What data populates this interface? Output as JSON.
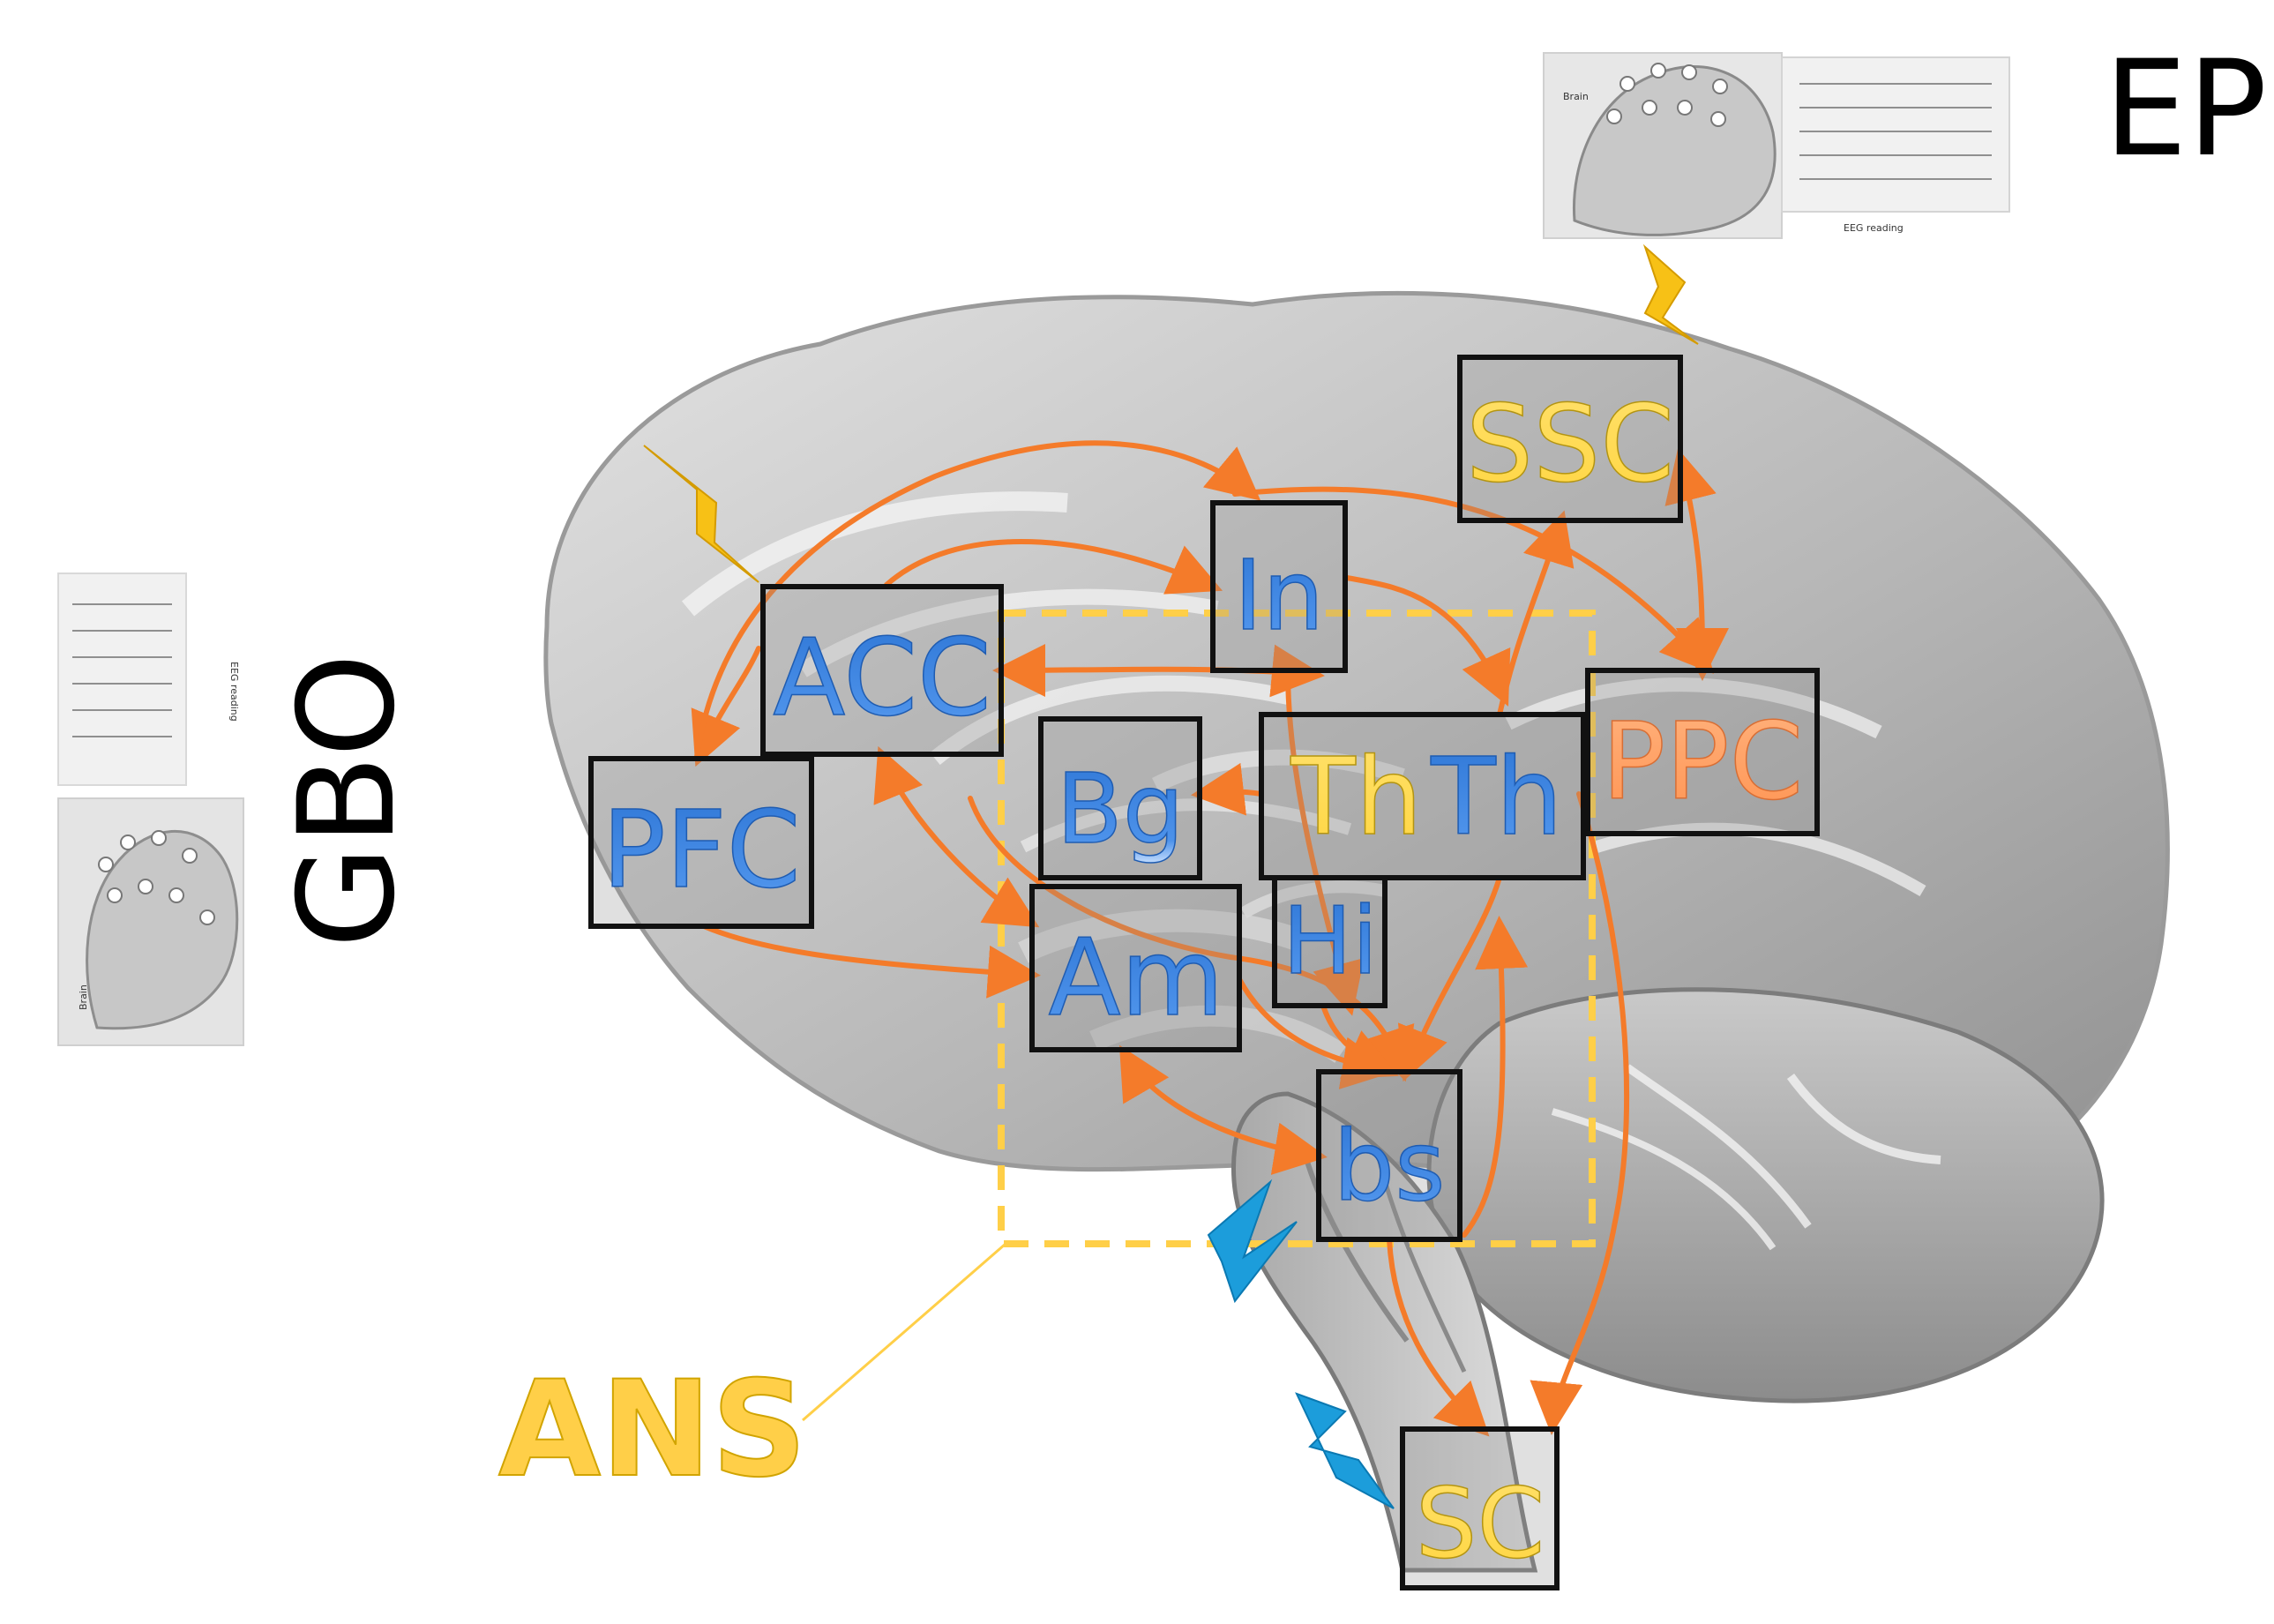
{
  "colors": {
    "box_stroke": "#111111",
    "box_fill": "#8f8f8f",
    "arrow": "#f47b2a",
    "dashed_box": "#ffcf48",
    "label_blue": "#2f77d6",
    "label_yellow": "#ffd84a",
    "label_orange": "#ffa46b",
    "bolt_yellow": "#f7c116",
    "bolt_blue": "#1c9ddb",
    "brain_light": "#d9d9d9",
    "brain_mid": "#b8b8b8",
    "brain_dark": "#888888"
  },
  "regions": [
    {
      "id": "ssc",
      "label": "SSC",
      "color": "yellow"
    },
    {
      "id": "in",
      "label": "In",
      "color": "blue"
    },
    {
      "id": "acc",
      "label": "ACC",
      "color": "blue"
    },
    {
      "id": "pfc",
      "label": "PFC",
      "color": "blue"
    },
    {
      "id": "bg",
      "label": "Bg",
      "color": "blue"
    },
    {
      "id": "th",
      "label_left": "Th",
      "label_right": "Th",
      "color_left": "yellow",
      "color_right": "blue"
    },
    {
      "id": "ppc",
      "label": "PPC",
      "color": "orange"
    },
    {
      "id": "hi",
      "label": "Hi",
      "color": "blue"
    },
    {
      "id": "am",
      "label": "Am",
      "color": "blue"
    },
    {
      "id": "bs",
      "label": "bs",
      "color": "blue"
    },
    {
      "id": "sc",
      "label": "SC",
      "color": "yellow"
    }
  ],
  "side_labels": {
    "left": "GBO",
    "right": "EP",
    "bottom": "ANS"
  },
  "inset_images": {
    "left": {
      "brain_caption": "Brain",
      "reading_caption": "EEG reading"
    },
    "right": {
      "brain_caption": "Brain",
      "reading_caption": "EEG reading"
    }
  },
  "icons": [
    "lightning-bolt-yellow-icon",
    "lightning-bolt-blue-icon",
    "eeg-head-icon",
    "eeg-screen-icon"
  ]
}
